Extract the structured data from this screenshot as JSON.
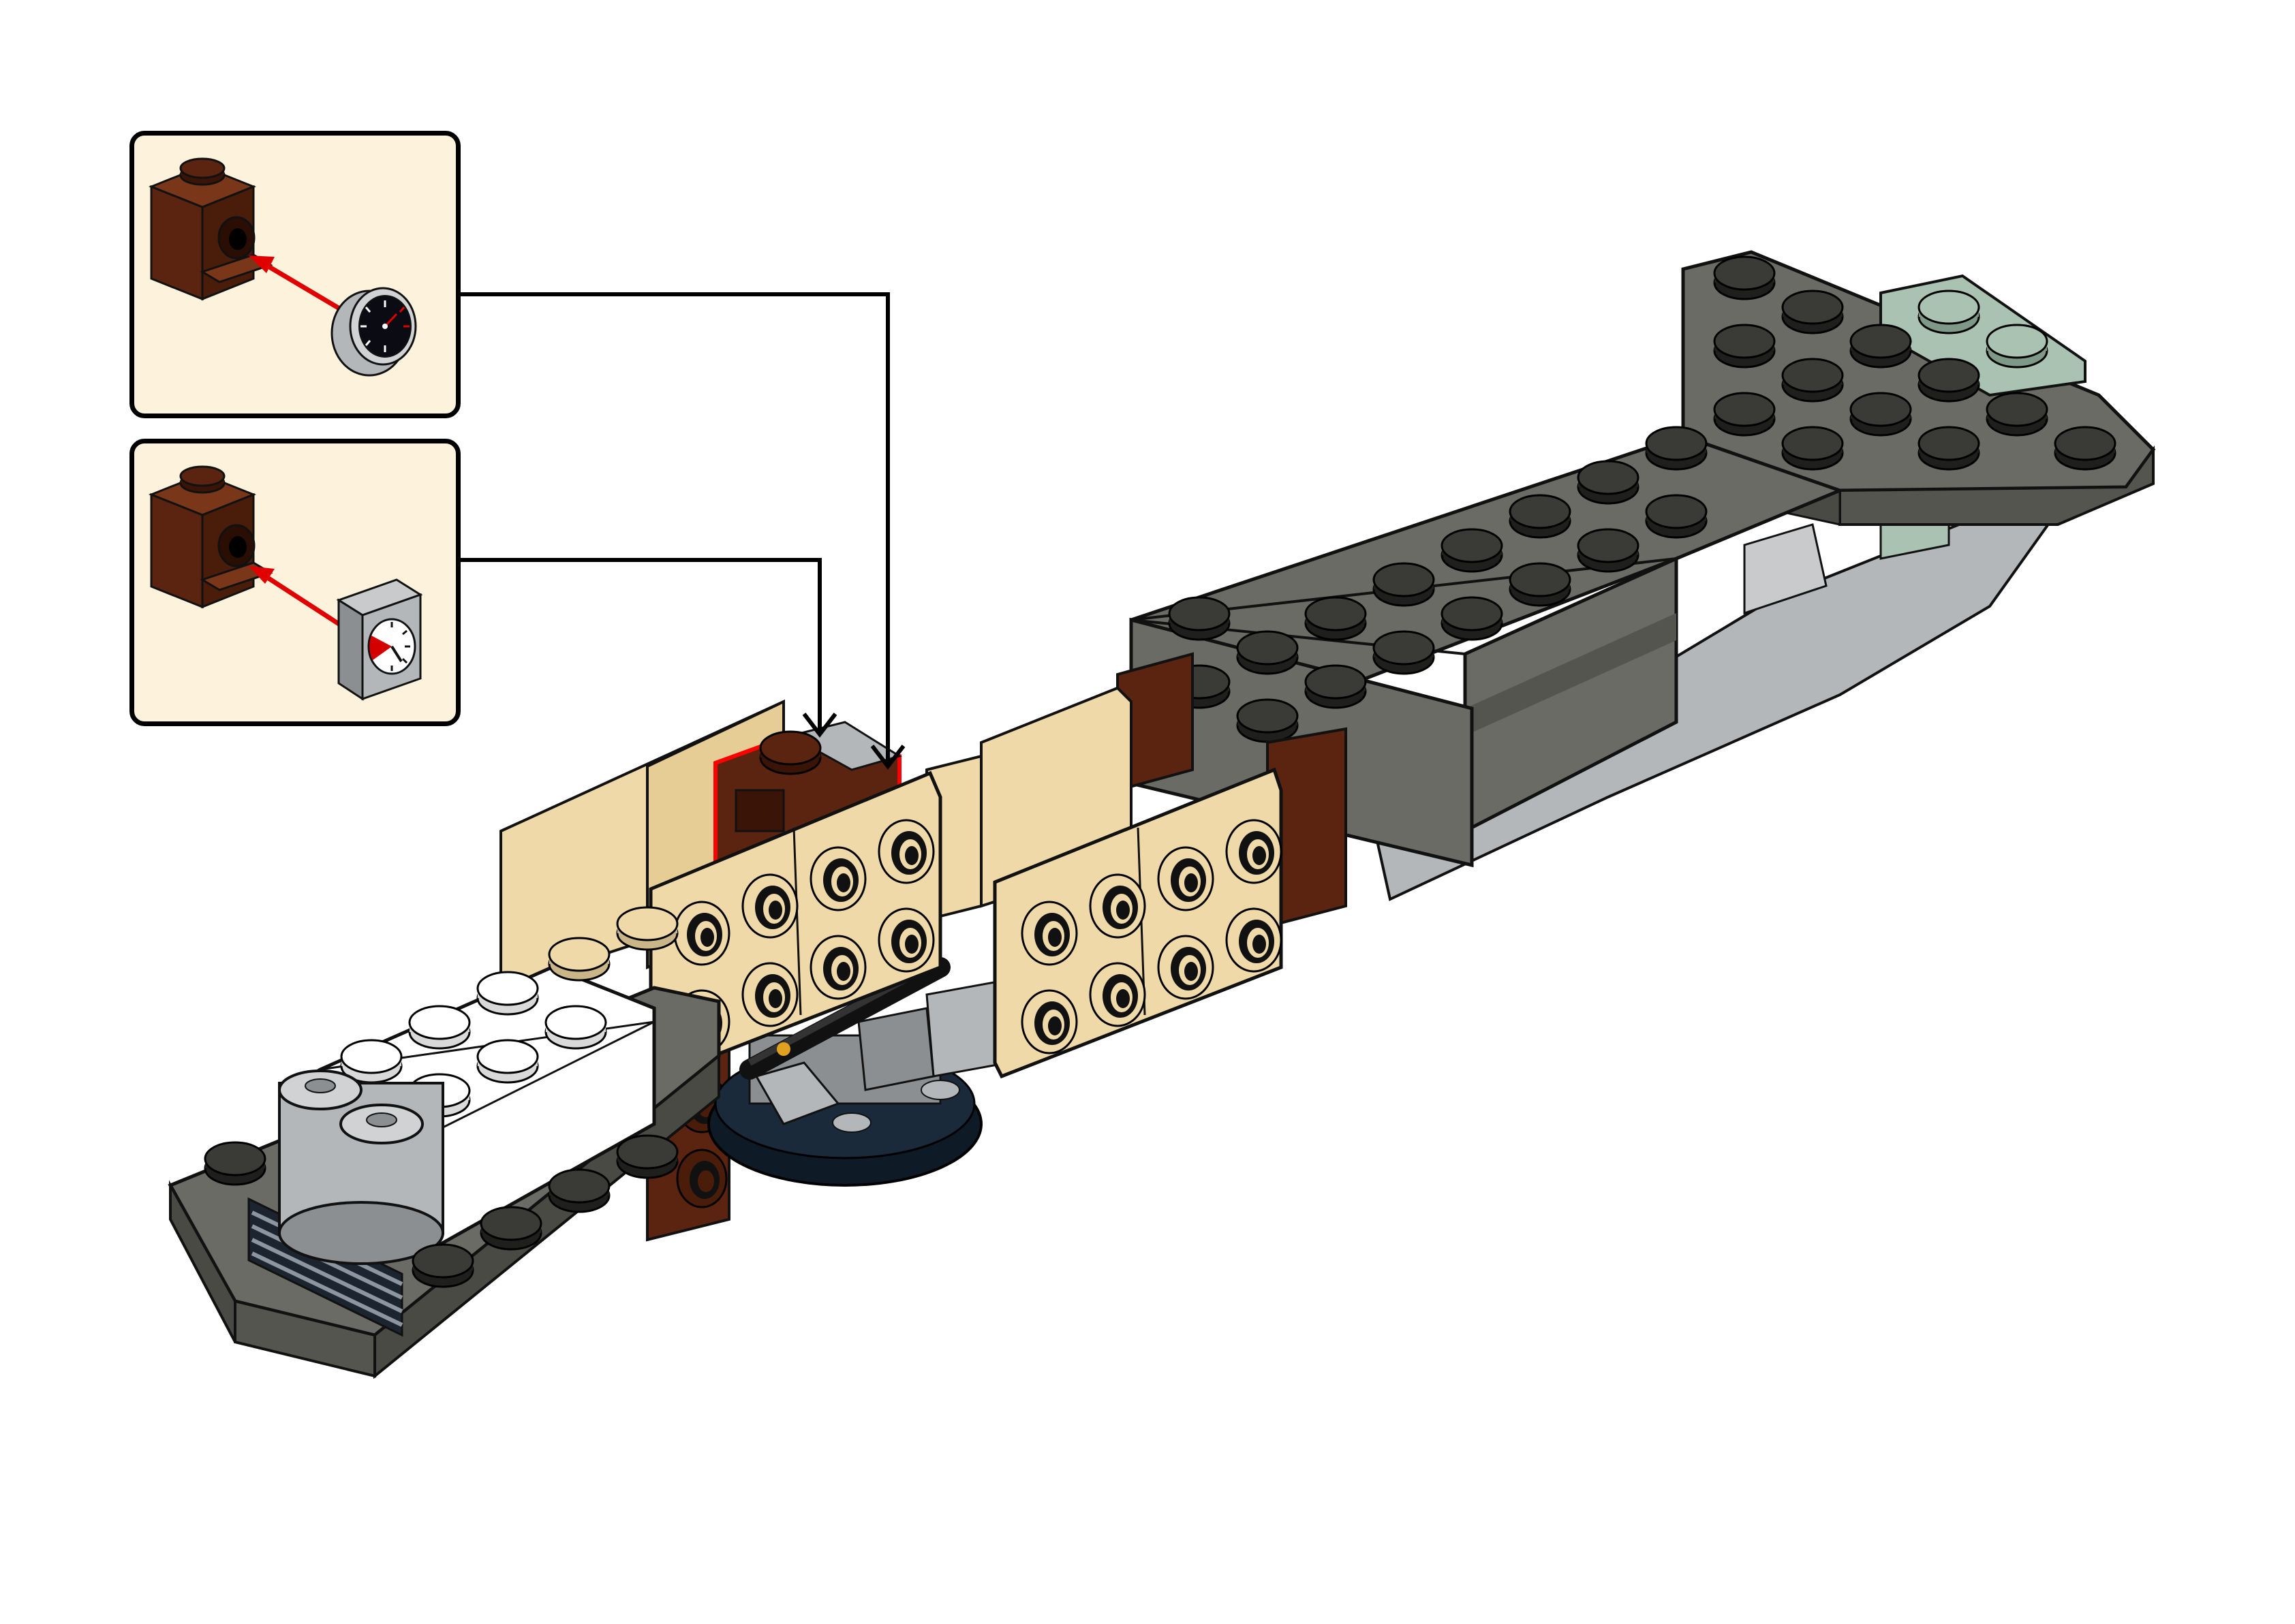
{
  "instruction": {
    "kind": "building-step",
    "callouts": [
      {
        "part": "brown-headlight-brick-1x1",
        "attachment": "round-dial-tile-gauge",
        "target": "left-side-bracket"
      },
      {
        "part": "brown-headlight-brick-1x1",
        "attachment": "square-gauge-tile",
        "target": "rear-bracket"
      }
    ],
    "colors": {
      "callout_background": "#fdf3dc",
      "brown": "#5a2410",
      "tan": "#efd9a8",
      "dark_bluish_gray": "#6b6b66",
      "light_bluish_gray": "#b4b7ba",
      "sand_green": "#a9c2b2",
      "white": "#ffffff",
      "black": "#111111",
      "red_arrow": "#e00000",
      "highlight_outline": "#ff0000"
    }
  }
}
